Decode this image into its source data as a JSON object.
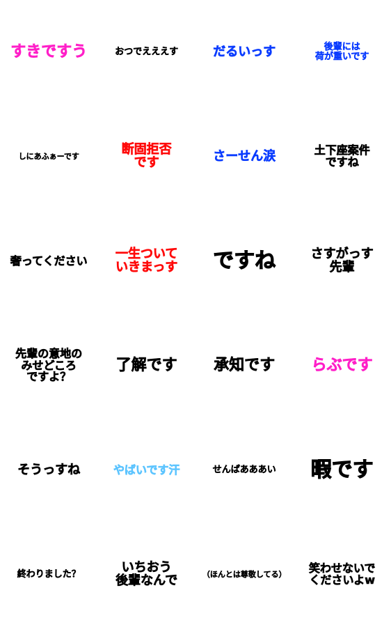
{
  "colors": {
    "black": "#000000",
    "magenta": "#ff1fc8",
    "blue": "#0a3cff",
    "red": "#ff0a0a",
    "light_blue": "#5cc4ff"
  },
  "stickers": [
    {
      "text": "すきですう",
      "color": "#ff1fc8"
    },
    {
      "text": "おつでえええす",
      "color": "#000000"
    },
    {
      "text": "だるいっす",
      "color": "#0a3cff"
    },
    {
      "text": "後輩には\n荷が重いです",
      "color": "#0a3cff"
    },
    {
      "text": "しにあふぁーです",
      "color": "#000000"
    },
    {
      "text": "断固拒否\nです",
      "color": "#ff0a0a"
    },
    {
      "text": "さーせん涙",
      "color": "#0a3cff"
    },
    {
      "text": "土下座案件\nですね",
      "color": "#000000"
    },
    {
      "text": "奢ってください",
      "color": "#000000"
    },
    {
      "text": "一生ついて\nいきまっす",
      "color": "#ff0a0a"
    },
    {
      "text": "ですね",
      "color": "#000000"
    },
    {
      "text": "さすがっす\n先輩",
      "color": "#000000"
    },
    {
      "text": "先輩の意地の\nみせどころ\nですよ？",
      "color": "#000000"
    },
    {
      "text": "了解です",
      "color": "#000000"
    },
    {
      "text": "承知です",
      "color": "#000000"
    },
    {
      "text": "らぶです",
      "color": "#ff1fc8"
    },
    {
      "text": "そうっすね",
      "color": "#000000"
    },
    {
      "text": "やばいです汗",
      "color": "#5cc4ff"
    },
    {
      "text": "せんぱあああい",
      "color": "#000000"
    },
    {
      "text": "暇です",
      "color": "#000000"
    },
    {
      "text": "終わりました？",
      "color": "#000000"
    },
    {
      "text": "いちおう\n後輩なんで",
      "color": "#000000"
    },
    {
      "text": "（ほんとは尊敬してる）",
      "color": "#000000"
    },
    {
      "text": "笑わせないで\nくださいよw",
      "color": "#000000"
    }
  ]
}
